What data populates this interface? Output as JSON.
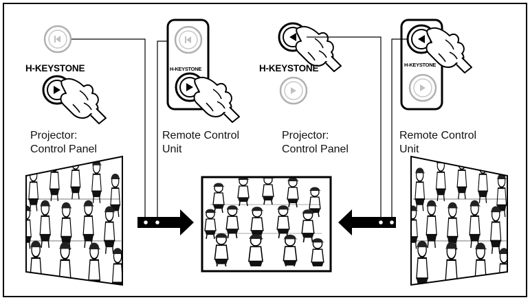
{
  "keystone_label": "H-KEYSTONE",
  "panels": {
    "left_projector_label": "Projector:\nControl Panel",
    "left_remote_label": "Remote Control\nUnit",
    "right_projector_label": "Projector:\nControl Panel",
    "right_remote_label": "Remote Control\nUnit"
  },
  "icons": {
    "button": "keystone-button-icon",
    "hand": "pointing-hand-icon",
    "arrow": "direction-arrow-icon",
    "picture": "children-circle-picture"
  },
  "colors": {
    "line": "#000000",
    "inactive": "#b3b3b3",
    "background": "#ffffff"
  }
}
